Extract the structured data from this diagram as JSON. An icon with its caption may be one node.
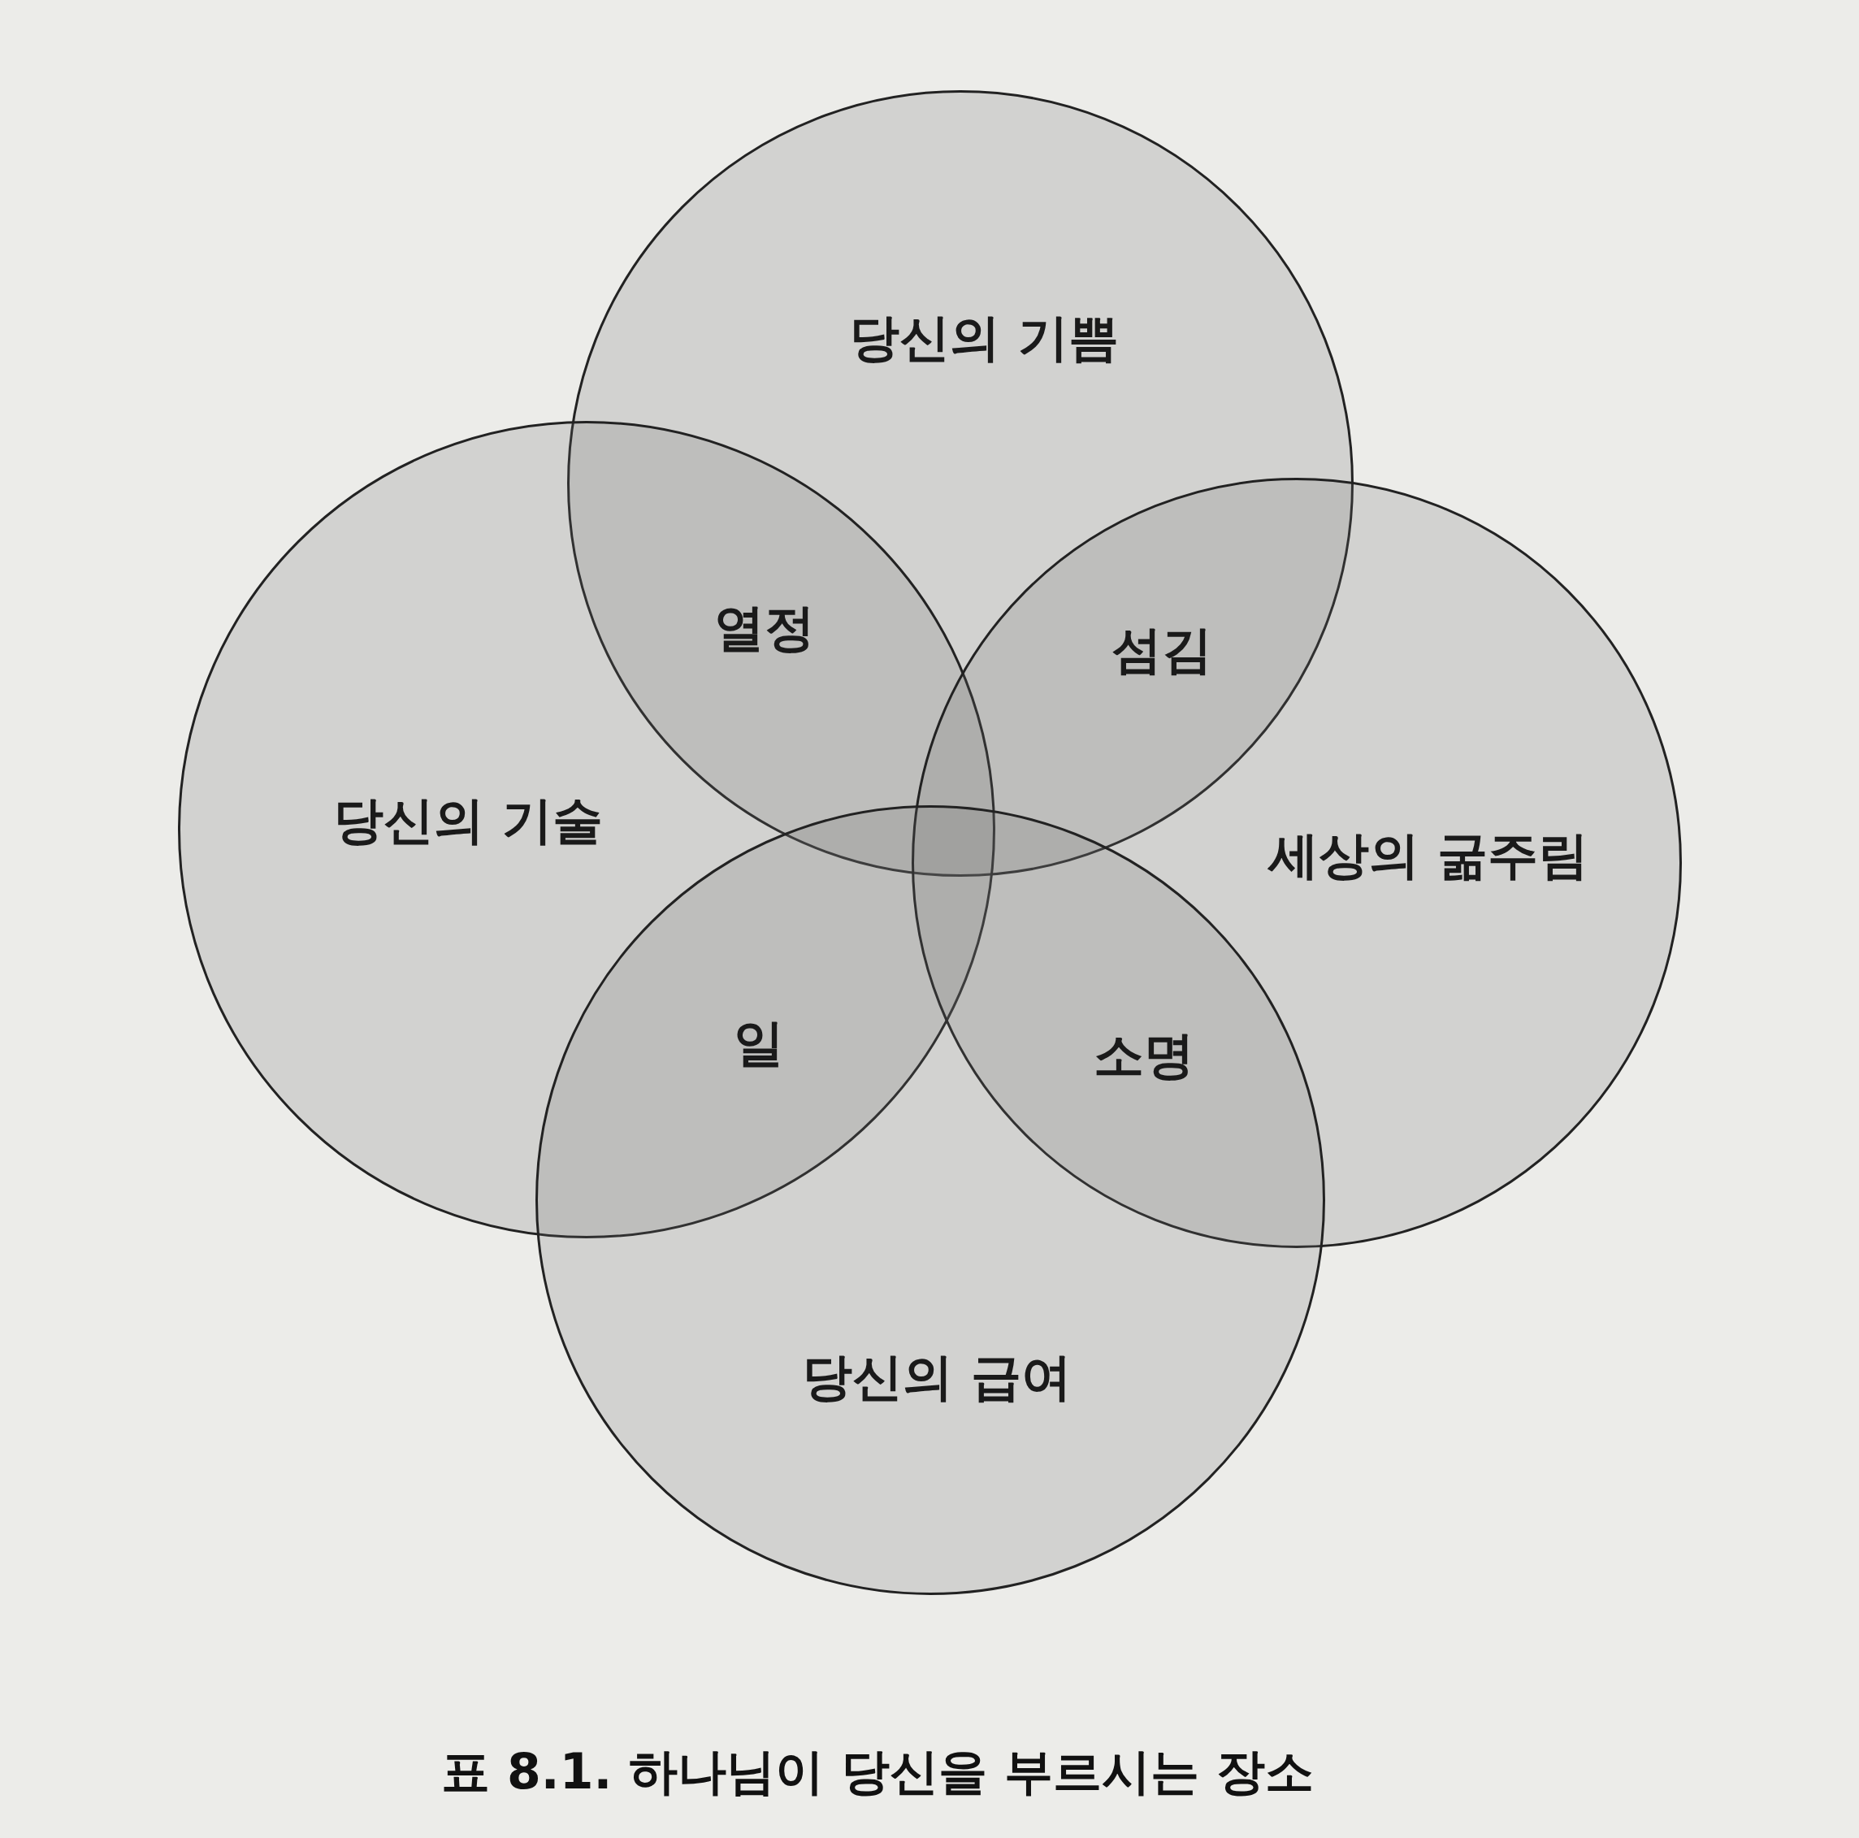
{
  "diagram": {
    "caption": "표 8.1. 하나님이 당신을 부르시는 장소",
    "nodes": [
      {
        "text": [
          "당신의 기쁨"
        ]
      },
      {
        "text": [
          "당신의 기술"
        ]
      },
      {
        "text": [
          "세상의 굶주림"
        ]
      },
      {
        "text": [
          "당신의 급여"
        ]
      }
    ],
    "labels": [
      "열정",
      "섬김",
      "일",
      "소명"
    ]
  }
}
